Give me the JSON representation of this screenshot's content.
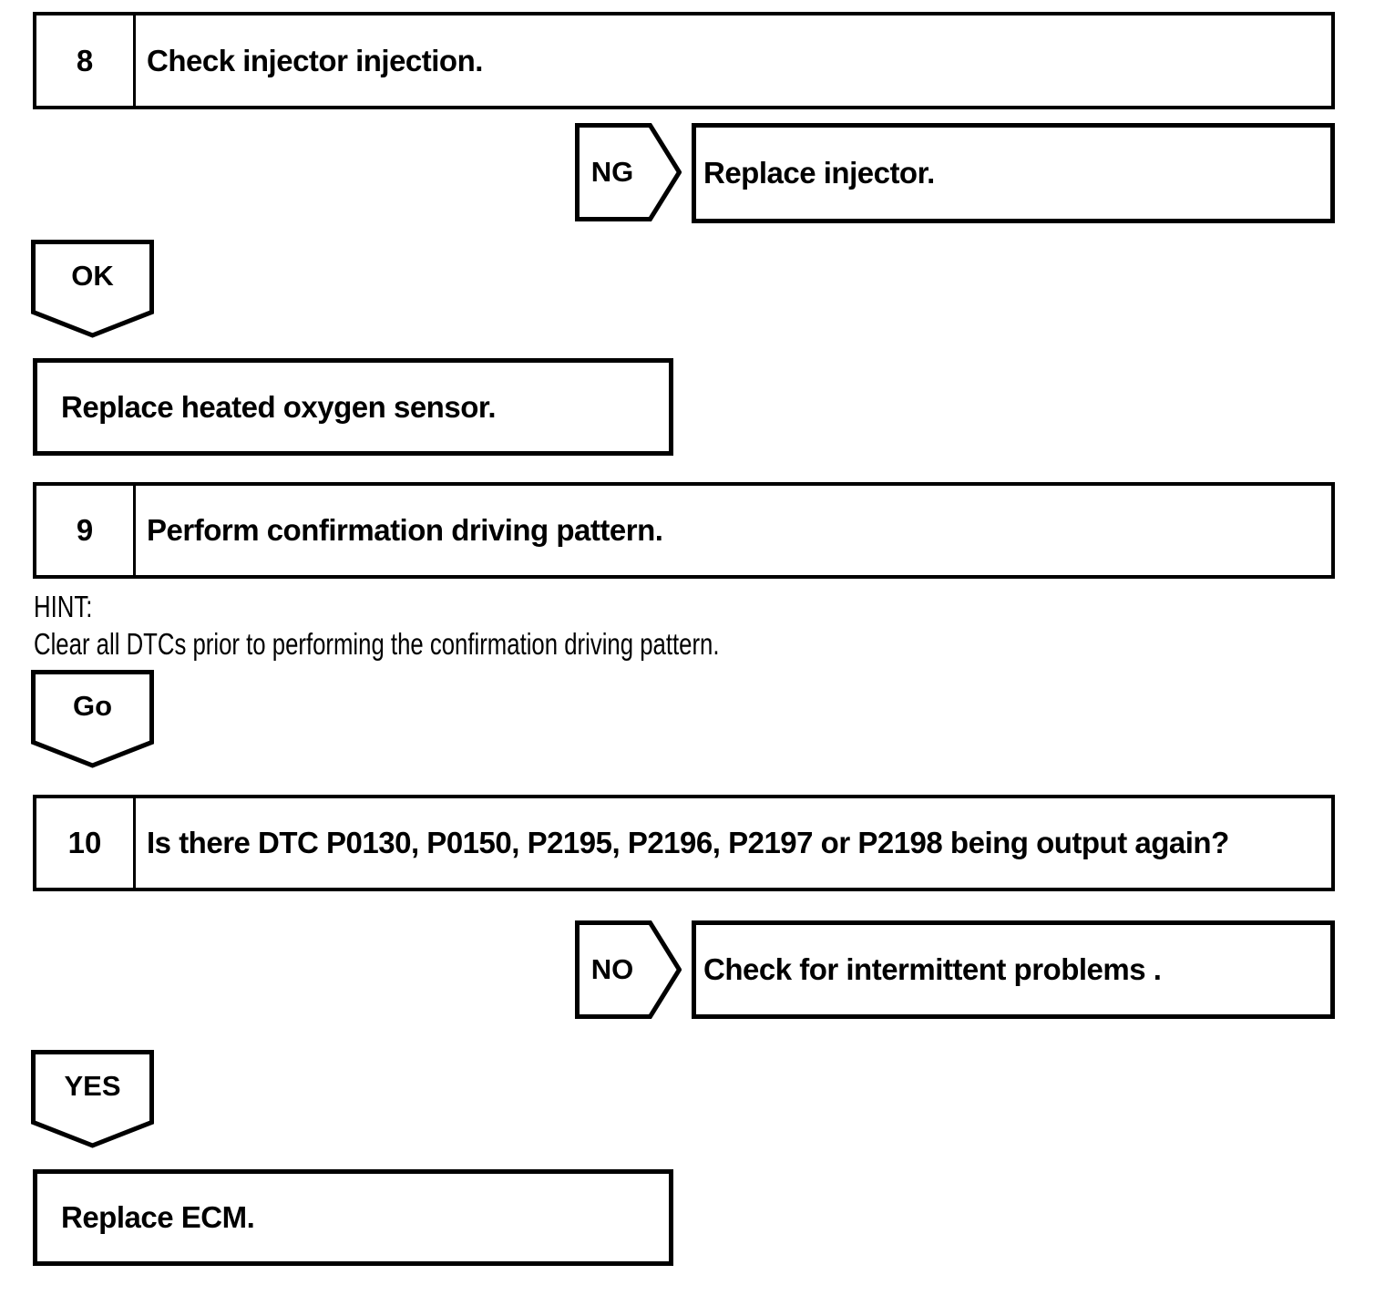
{
  "flowchart": {
    "steps": [
      {
        "number": "8",
        "title": "Check injector injection."
      },
      {
        "number": "9",
        "title": "Perform confirmation driving pattern."
      },
      {
        "number": "10",
        "title": "Is there DTC P0130, P0150, P2195, P2196, P2197 or P2198 being output again?"
      }
    ],
    "connectors": {
      "ng": "NG",
      "ok": "OK",
      "go": "Go",
      "no": "NO",
      "yes": "YES"
    },
    "results": {
      "replace_injector": "Replace injector.",
      "replace_heated_oxygen_sensor": "Replace heated oxygen sensor.",
      "check_for_intermittent_problems": "Check for intermittent problems .",
      "replace_ecm": "Replace ECM."
    },
    "hint": {
      "label": "HINT:",
      "text": "Clear all DTCs prior to performing the confirmation driving pattern."
    }
  },
  "colors": {
    "line": "#000000",
    "background": "#ffffff"
  }
}
